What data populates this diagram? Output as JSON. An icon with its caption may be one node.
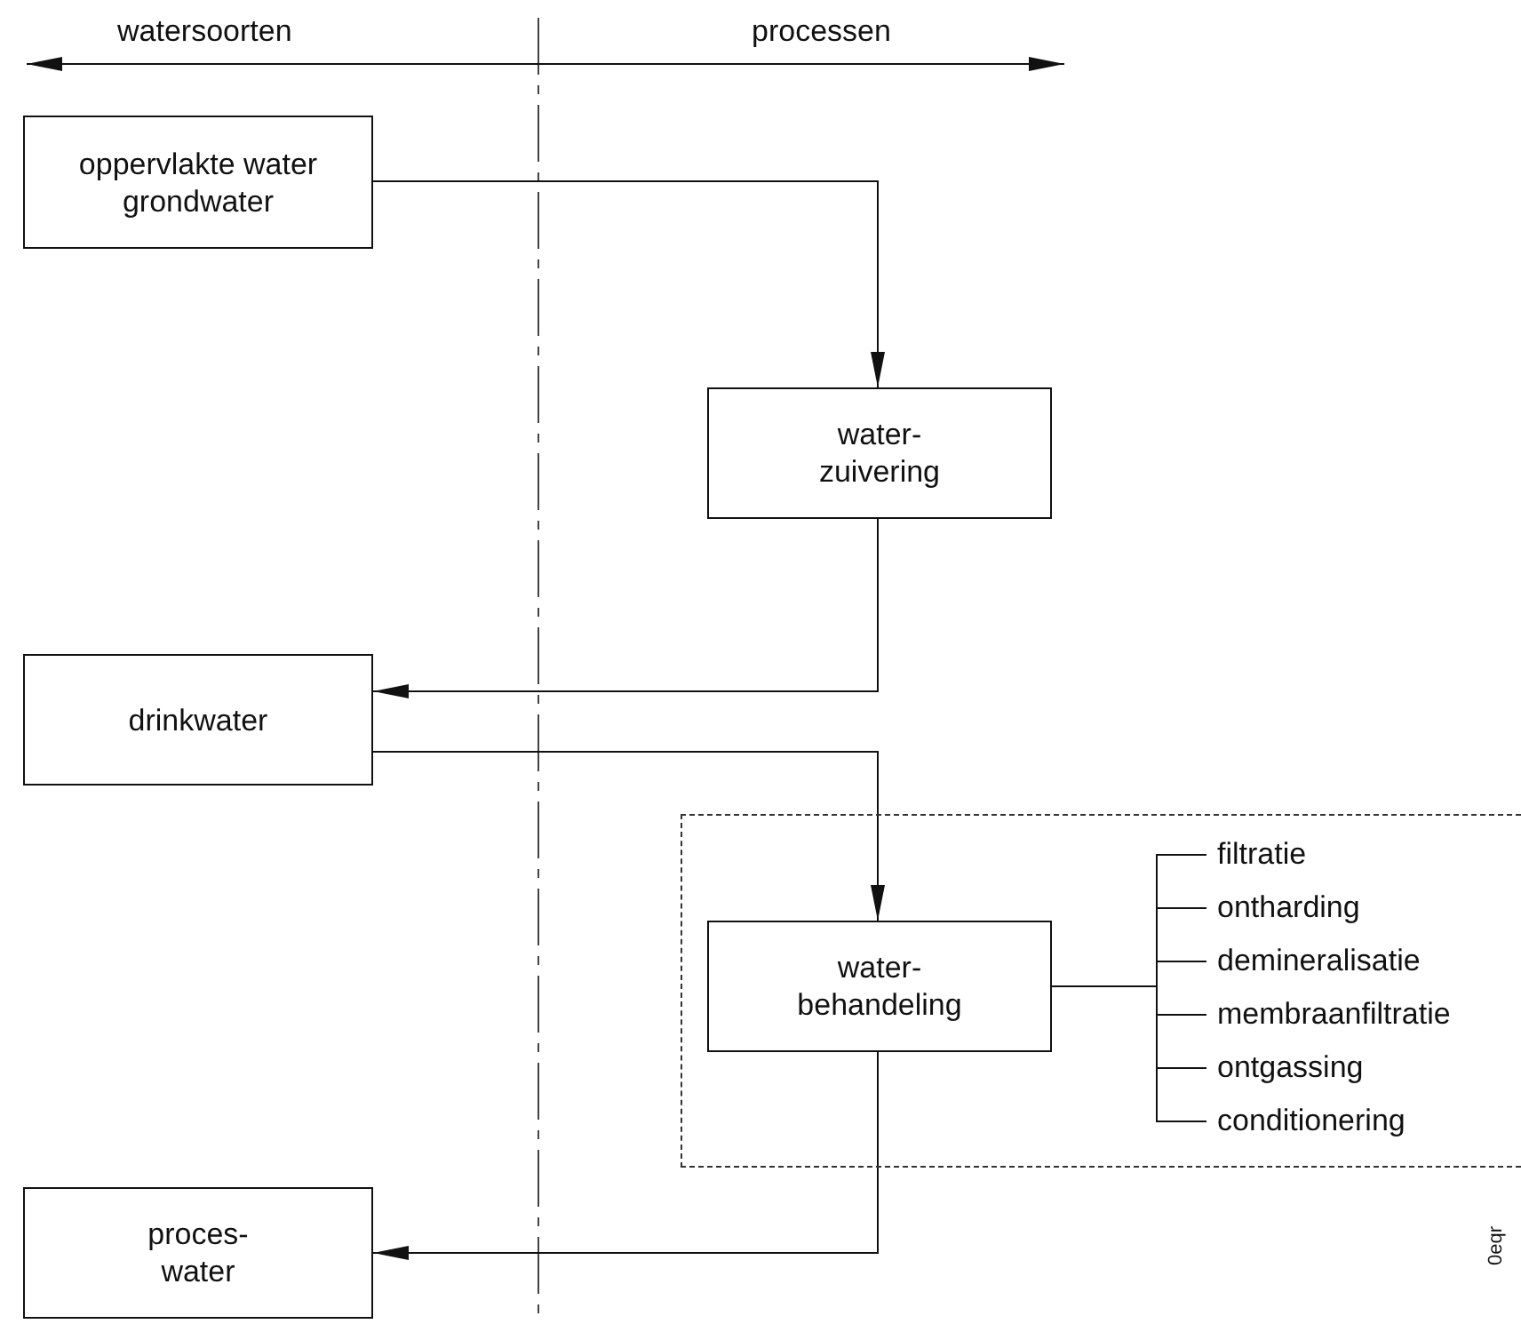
{
  "diagram": {
    "nodes": [
      {
        "text": [
          "oppervlakte water grondwater"
        ]
      },
      {
        "text": [
          "water- zuivering"
        ]
      },
      {
        "text": [
          "drinkwater"
        ]
      },
      {
        "text": [],
        "shape": "box"
      },
      {
        "text": [
          "water- behandeling"
        ],
        "in": 3
      },
      {
        "text": [
          "proces- water"
        ]
      },
      {
        "text": [
          "filtratie"
        ],
        "in": 3
      },
      {
        "text": [
          "ontharding"
        ],
        "in": 3
      },
      {
        "text": [
          "demineralisatie"
        ],
        "in": 3
      },
      {
        "text": [
          "membraanfiltratie"
        ],
        "in": 3
      },
      {
        "text": [
          "ontgassing"
        ],
        "in": 3
      },
      {
        "text": [
          "conditionering"
        ],
        "in": 3
      }
    ],
    "edges": [
      {
        "from": 0,
        "to": 1,
        "arrow": "to"
      },
      {
        "from": 1,
        "to": 2,
        "arrow": "to"
      },
      {
        "from": 2,
        "to": 4,
        "arrow": "to"
      },
      {
        "from": 4,
        "to": 5,
        "arrow": "to"
      },
      {
        "from": 4,
        "to": 6,
        "arrow": "none"
      },
      {
        "from": 4,
        "to": 7,
        "arrow": "none"
      },
      {
        "from": 4,
        "to": 8,
        "arrow": "none"
      },
      {
        "from": 4,
        "to": 9,
        "arrow": "none"
      },
      {
        "from": 4,
        "to": 10,
        "arrow": "none"
      },
      {
        "from": 4,
        "to": 11,
        "arrow": "none"
      }
    ],
    "labels": [
      "watersoorten",
      "processen",
      "0eqr"
    ]
  }
}
